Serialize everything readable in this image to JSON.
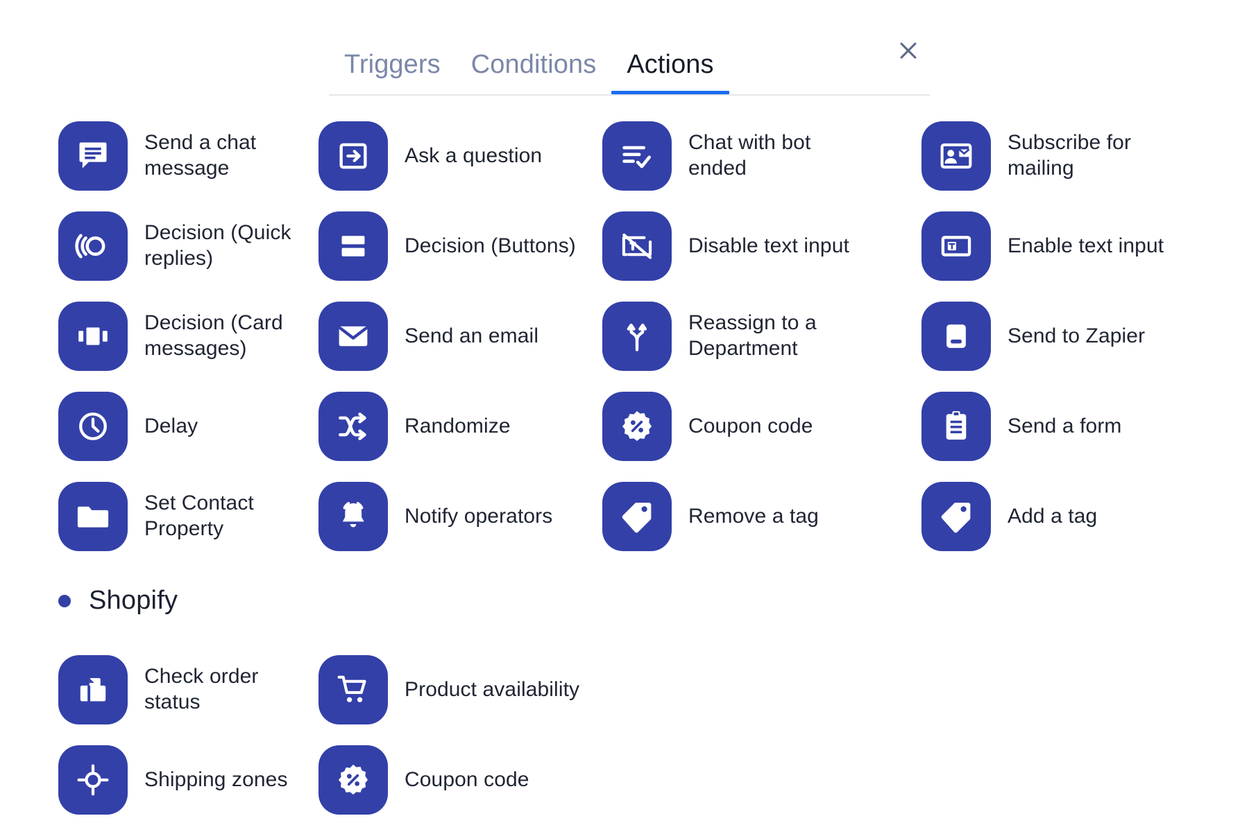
{
  "header": {
    "tabs": [
      {
        "label": "Triggers",
        "active": false
      },
      {
        "label": "Conditions",
        "active": false
      },
      {
        "label": "Actions",
        "active": true
      }
    ],
    "close_icon": "close-icon",
    "accent_color": "#1a6bf0",
    "inactive_tab_color": "#7b87a8",
    "active_tab_color": "#151b27"
  },
  "theme": {
    "icon_tile_color": "#3340a8",
    "icon_glyph_color": "#ffffff",
    "label_color": "#202533",
    "background": "#ffffff"
  },
  "actions": {
    "rows": [
      [
        {
          "label": "Send a chat message",
          "icon": "chat-message-icon"
        },
        {
          "label": "Ask a question",
          "icon": "arrow-into-box-icon"
        },
        {
          "label": "Chat with bot ended",
          "icon": "list-check-icon"
        },
        {
          "label": "Subscribe for mailing",
          "icon": "contact-mail-icon"
        }
      ],
      [
        {
          "label": "Decision (Quick replies)",
          "icon": "quick-replies-icon"
        },
        {
          "label": "Decision (Buttons)",
          "icon": "split-buttons-icon"
        },
        {
          "label": "Disable text input",
          "icon": "disable-text-input-icon"
        },
        {
          "label": "Enable text input",
          "icon": "enable-text-input-icon"
        }
      ],
      [
        {
          "label": "Decision (Card messages)",
          "icon": "card-carousel-icon"
        },
        {
          "label": "Send an email",
          "icon": "envelope-icon"
        },
        {
          "label": "Reassign to a Department",
          "icon": "branch-arrows-icon"
        },
        {
          "label": "Send to Zapier",
          "icon": "zapier-card-icon"
        }
      ],
      [
        {
          "label": "Delay",
          "icon": "clock-icon"
        },
        {
          "label": "Randomize",
          "icon": "shuffle-icon"
        },
        {
          "label": "Coupon code",
          "icon": "coupon-percent-icon"
        },
        {
          "label": "Send a form",
          "icon": "clipboard-form-icon"
        }
      ],
      [
        {
          "label": "Set Contact Property",
          "icon": "folder-icon"
        },
        {
          "label": "Notify operators",
          "icon": "bell-icon"
        },
        {
          "label": "Remove a tag",
          "icon": "tag-icon"
        },
        {
          "label": "Add a tag",
          "icon": "tag-icon"
        }
      ]
    ]
  },
  "shopify": {
    "title": "Shopify",
    "rows": [
      [
        {
          "label": "Check order status",
          "icon": "order-box-icon"
        },
        {
          "label": "Product availability",
          "icon": "shopping-cart-icon"
        }
      ],
      [
        {
          "label": "Shipping zones",
          "icon": "target-zone-icon"
        },
        {
          "label": "Coupon code",
          "icon": "coupon-percent-icon"
        }
      ]
    ]
  }
}
